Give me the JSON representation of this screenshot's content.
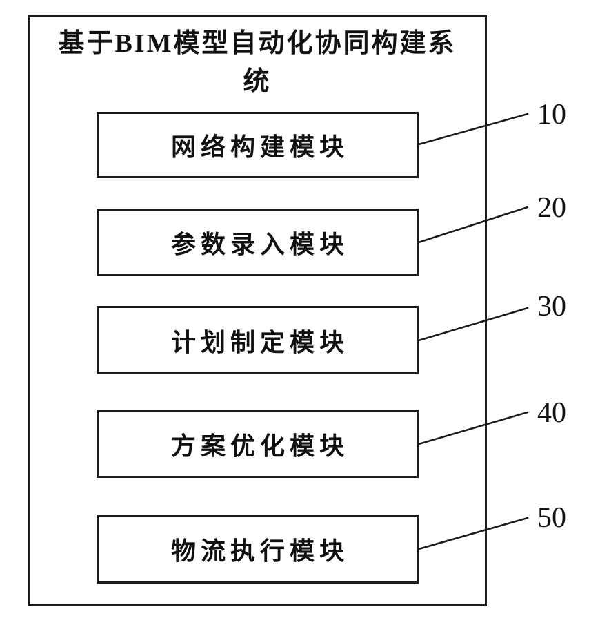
{
  "figure": {
    "title": "基于BIM模型自动化协同构建系统",
    "title_lines": [
      "基于BIM模型自动化协同构建系",
      "统"
    ],
    "modules": [
      {
        "label": "网络构建模块",
        "ref": "10"
      },
      {
        "label": "参数录入模块",
        "ref": "20"
      },
      {
        "label": "计划制定模块",
        "ref": "30"
      },
      {
        "label": "方案优化模块",
        "ref": "40"
      },
      {
        "label": "物流执行模块",
        "ref": "50"
      }
    ],
    "colors": {
      "line": "#1b1b1b",
      "text": "#111111",
      "background": "#ffffff"
    }
  }
}
